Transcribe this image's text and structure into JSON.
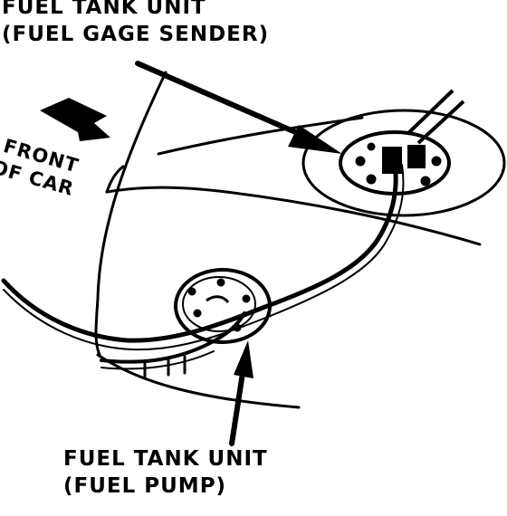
{
  "labels": {
    "gage_sender": {
      "line1": "FUEL TANK UNIT",
      "line2": "(FUEL GAGE SENDER)"
    },
    "fuel_pump": {
      "line1": "FUEL TANK UNIT",
      "line2": "(FUEL PUMP)"
    },
    "front": {
      "line1": "FRONT",
      "line2": "OF CAR"
    }
  },
  "colors": {
    "ink": "#000000",
    "paper": "#ffffff"
  }
}
